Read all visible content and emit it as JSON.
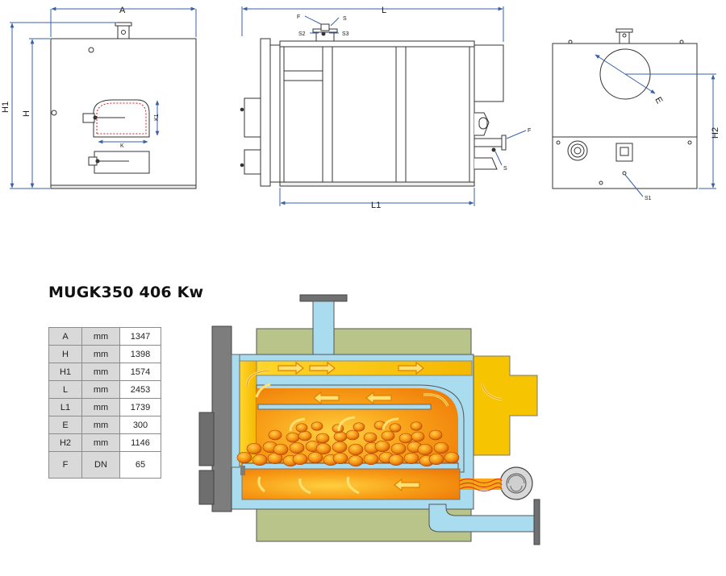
{
  "model_title": "MUGK350 406 Kw",
  "drawing_labels": {
    "A": "A",
    "L": "L",
    "L1": "L1",
    "H": "H",
    "H1": "H1",
    "H2": "H2",
    "K": "K",
    "K1": "K1",
    "E": "E",
    "F": "F",
    "S": "S",
    "S1": "S1",
    "S2": "S2",
    "S3": "S3"
  },
  "specs": [
    {
      "key": "A",
      "unit": "mm",
      "value": "1347"
    },
    {
      "key": "H",
      "unit": "mm",
      "value": "1398"
    },
    {
      "key": "H1",
      "unit": "mm",
      "value": "1574"
    },
    {
      "key": "L",
      "unit": "mm",
      "value": "2453"
    },
    {
      "key": "L1",
      "unit": "mm",
      "value": "1739"
    },
    {
      "key": "E",
      "unit": "mm",
      "value": "300"
    },
    {
      "key": "H2",
      "unit": "mm",
      "value": "1146"
    },
    {
      "key": "F",
      "unit": "DN",
      "value": "65"
    }
  ],
  "colors": {
    "dimension_line": "#3a5fa8",
    "water_jacket": "#a9dcef",
    "outer_casing": "#b8c48a",
    "hot_gas": "#f6c400",
    "fire": "#f08a10",
    "door": "#7d7d7d",
    "embers": "#e86a08"
  }
}
